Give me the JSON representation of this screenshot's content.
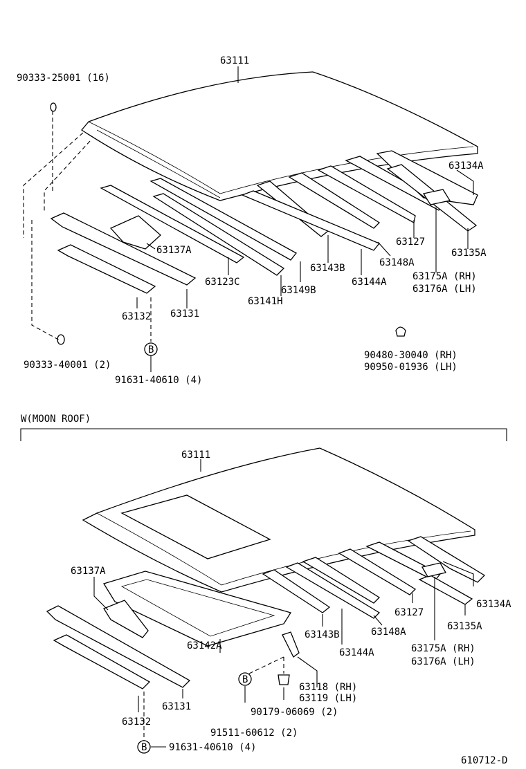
{
  "top": {
    "labels": {
      "p63111": "63111",
      "p90333_25001": "90333-25001 (16)",
      "p63134A": "63134A",
      "p63127": "63127",
      "p63135A": "63135A",
      "p63137A": "63137A",
      "p63143B": "63143B",
      "p63148A": "63148A",
      "p63123C": "63123C",
      "p63149B": "63149B",
      "p63144A": "63144A",
      "p63175A": "63175A (RH)",
      "p63176A": "63176A (LH)",
      "p63141H": "63141H",
      "p63132": "63132",
      "p63131": "63131",
      "p90480": "90480-30040 (RH)",
      "p90950": "90950-01936 (LH)",
      "p90333_40001": "90333-40001 (2)",
      "p91631": "91631-40610 (4)",
      "markerB": "B"
    }
  },
  "section": {
    "title": "W(MOON  ROOF)"
  },
  "bottom": {
    "labels": {
      "p63111": "63111",
      "p63137A": "63137A",
      "p63127": "63127",
      "p63134A": "63134A",
      "p63143B": "63143B",
      "p63148A": "63148A",
      "p63135A": "63135A",
      "p63142A": "63142A",
      "p63144A": "63144A",
      "p63175A": "63175A (RH)",
      "p63176A": "63176A (LH)",
      "p63118": "63118 (RH)",
      "p63119": "63119 (LH)",
      "p90179": "90179-06069 (2)",
      "p63131": "63131",
      "p91511": "91511-60612 (2)",
      "p63132": "63132",
      "p91631": "91631-40610 (4)",
      "markerB1": "B",
      "markerB2": "B"
    }
  },
  "footer": {
    "code": "610712-D"
  }
}
